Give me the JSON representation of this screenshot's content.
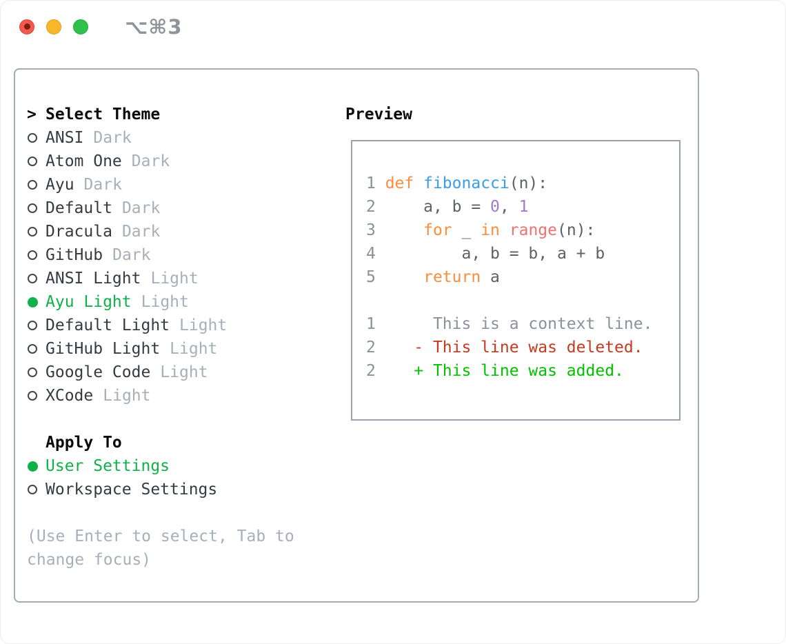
{
  "titlebar": {
    "shortcut": "⌥⌘3"
  },
  "theme_section": {
    "prompt": ">",
    "header": "Select Theme",
    "items": [
      {
        "label": "ANSI",
        "variant": "Dark",
        "selected": false
      },
      {
        "label": "Atom One",
        "variant": "Dark",
        "selected": false
      },
      {
        "label": "Ayu",
        "variant": "Dark",
        "selected": false
      },
      {
        "label": "Default",
        "variant": "Dark",
        "selected": false
      },
      {
        "label": "Dracula",
        "variant": "Dark",
        "selected": false
      },
      {
        "label": "GitHub",
        "variant": "Dark",
        "selected": false
      },
      {
        "label": "ANSI Light",
        "variant": "Light",
        "selected": false
      },
      {
        "label": "Ayu Light",
        "variant": "Light",
        "selected": true
      },
      {
        "label": "Default Light",
        "variant": "Light",
        "selected": false
      },
      {
        "label": "GitHub Light",
        "variant": "Light",
        "selected": false
      },
      {
        "label": "Google Code",
        "variant": "Light",
        "selected": false
      },
      {
        "label": "XCode",
        "variant": "Light",
        "selected": false
      }
    ]
  },
  "apply_section": {
    "header": "Apply To",
    "items": [
      {
        "label": "User Settings",
        "selected": true
      },
      {
        "label": "Workspace Settings",
        "selected": false
      }
    ]
  },
  "hint": "(Use Enter to select, Tab to change focus)",
  "preview": {
    "header": "Preview",
    "lines": [
      [
        {
          "t": "1 ",
          "c": "gutter"
        },
        {
          "t": "def",
          "c": "kw"
        },
        {
          "t": " ",
          "c": "plain"
        },
        {
          "t": "fibonacci",
          "c": "fn"
        },
        {
          "t": "(n):",
          "c": "plain"
        }
      ],
      [
        {
          "t": "2 ",
          "c": "gutter"
        },
        {
          "t": "    a, b = ",
          "c": "plain"
        },
        {
          "t": "0",
          "c": "num"
        },
        {
          "t": ", ",
          "c": "plain"
        },
        {
          "t": "1",
          "c": "num"
        }
      ],
      [
        {
          "t": "3 ",
          "c": "gutter"
        },
        {
          "t": "    ",
          "c": "plain"
        },
        {
          "t": "for",
          "c": "kw"
        },
        {
          "t": " _ ",
          "c": "plain"
        },
        {
          "t": "in",
          "c": "kw"
        },
        {
          "t": " ",
          "c": "plain"
        },
        {
          "t": "range",
          "c": "call"
        },
        {
          "t": "(n):",
          "c": "plain"
        }
      ],
      [
        {
          "t": "4 ",
          "c": "gutter"
        },
        {
          "t": "        a, b = b, a + b",
          "c": "plain"
        }
      ],
      [
        {
          "t": "5 ",
          "c": "gutter"
        },
        {
          "t": "    ",
          "c": "plain"
        },
        {
          "t": "return",
          "c": "kw"
        },
        {
          "t": " a",
          "c": "plain"
        }
      ],
      [],
      [
        {
          "t": "1 ",
          "c": "gutter"
        },
        {
          "t": "     This is a context line.",
          "c": "ctx"
        }
      ],
      [
        {
          "t": "2 ",
          "c": "gutter"
        },
        {
          "t": "   ",
          "c": "plain"
        },
        {
          "t": "- This line was deleted.",
          "c": "del"
        }
      ],
      [
        {
          "t": "2 ",
          "c": "gutter"
        },
        {
          "t": "   ",
          "c": "plain"
        },
        {
          "t": "+ This line was added.",
          "c": "add"
        }
      ]
    ]
  },
  "colors": {
    "accent_green": "#12b04a",
    "panel_border": "#a3aab4",
    "preview_border": "#9aa2ac",
    "muted_gray": "#a7afb9",
    "item_text": "#363b42",
    "traffic_red": "#f25a50",
    "traffic_yellow": "#f8b62a",
    "traffic_green": "#2fc14b",
    "syntax": {
      "kw": "#fa8d3e",
      "fn": "#399ee6",
      "num": "#a37acc",
      "call": "#f07171",
      "plain": "#5c6166",
      "gutter": "#8a9199",
      "ctx": "#8a9199",
      "del": "#c43a20",
      "add": "#00c200"
    }
  }
}
